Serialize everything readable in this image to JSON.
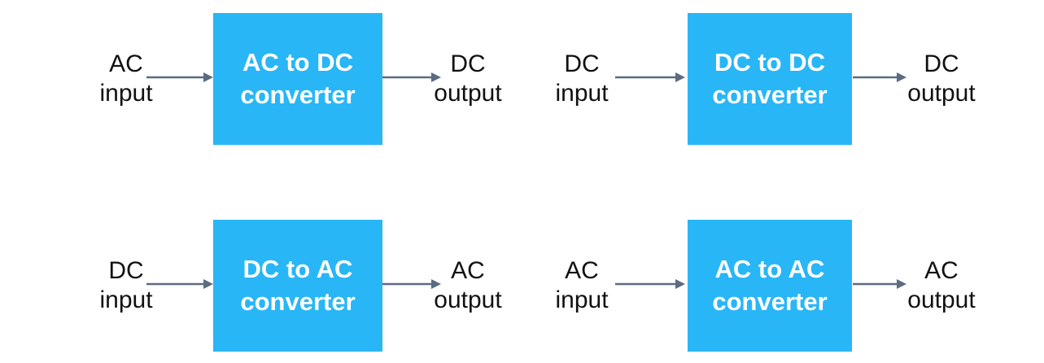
{
  "blocks": [
    {
      "input": "AC\ninput",
      "converter": "AC to DC\nconverter",
      "output": "DC\noutput"
    },
    {
      "input": "DC\ninput",
      "converter": "DC to DC\nconverter",
      "output": "DC\noutput"
    },
    {
      "input": "DC\ninput",
      "converter": "DC to AC\nconverter",
      "output": "AC\noutput"
    },
    {
      "input": "AC\ninput",
      "converter": "AC to AC\nconverter",
      "output": "AC\noutput"
    }
  ],
  "colors": {
    "converter_fill": "#29b6f6",
    "converter_text": "#ffffff",
    "arrow": "#5b6b82",
    "label_text": "#111111"
  }
}
